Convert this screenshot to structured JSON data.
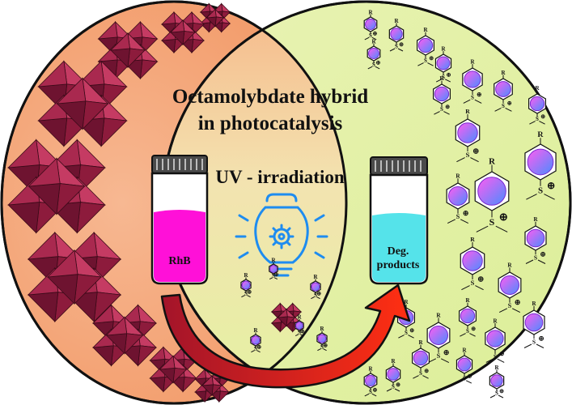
{
  "title": {
    "line1": "Octamolybdate hybrid",
    "line2": "in photocatalysis"
  },
  "uv_label": "UV - irradiation",
  "vial_left": {
    "label": "RhB",
    "liquid_color": "#ff10d8"
  },
  "vial_right": {
    "label_line1": "Deg.",
    "label_line2": "products",
    "liquid_color": "#55e3ea"
  },
  "sulfonium_symbols": {
    "substituent": "R",
    "sulfur": "S",
    "charge": "⊕"
  },
  "colors": {
    "left_lens": "#f4a678",
    "right_lens": "#e4f1a6",
    "center_top": "#f7c08e",
    "center_bottom": "#e8f5a8",
    "octahedra": "#9e2446",
    "arrow_start": "#b8172b",
    "arrow_end": "#ff2a10",
    "bulb_icon": "#1e8cf0",
    "ring": "#7a2ad0"
  },
  "icons": [
    "uv-lamp-icon",
    "octahedron-cluster",
    "sulfonium-cation",
    "curved-arrow"
  ]
}
